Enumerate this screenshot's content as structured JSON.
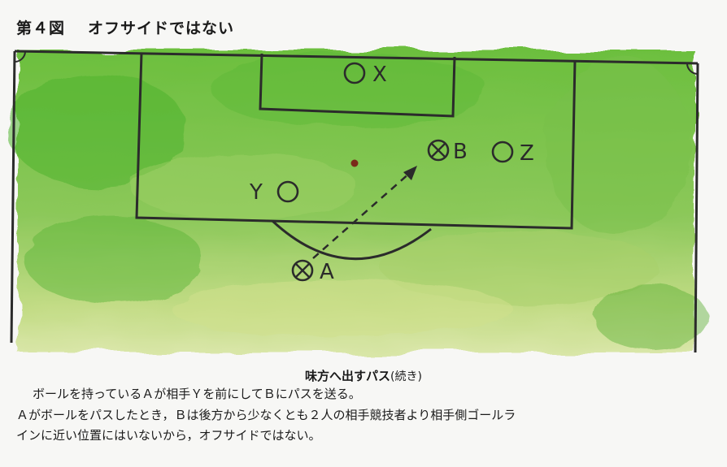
{
  "figure": {
    "number": "第４図",
    "title": "オフサイドではない"
  },
  "diagram": {
    "players": {
      "attacker_a": "A",
      "attacker_b": "B",
      "defender_x": "X",
      "defender_y": "Y",
      "defender_z": "Z"
    },
    "colors": {
      "pitch": "#8cc85a",
      "pitch_dark": "#5fb33a",
      "pitch_light": "#b9d97a",
      "lines": "#2b2b2b"
    }
  },
  "caption": {
    "heading": "味方へ出すパス",
    "heading_sub": "(続き)",
    "line1": "ボールを持っているＡが相手Ｙを前にしてＢにパスを送る。",
    "line2": "Ａがボールをパスしたとき，Ｂは後方から少なくとも２人の相手競技者より相手側ゴールラ",
    "line3": "インに近い位置にはいないから，オフサイドではない。"
  }
}
